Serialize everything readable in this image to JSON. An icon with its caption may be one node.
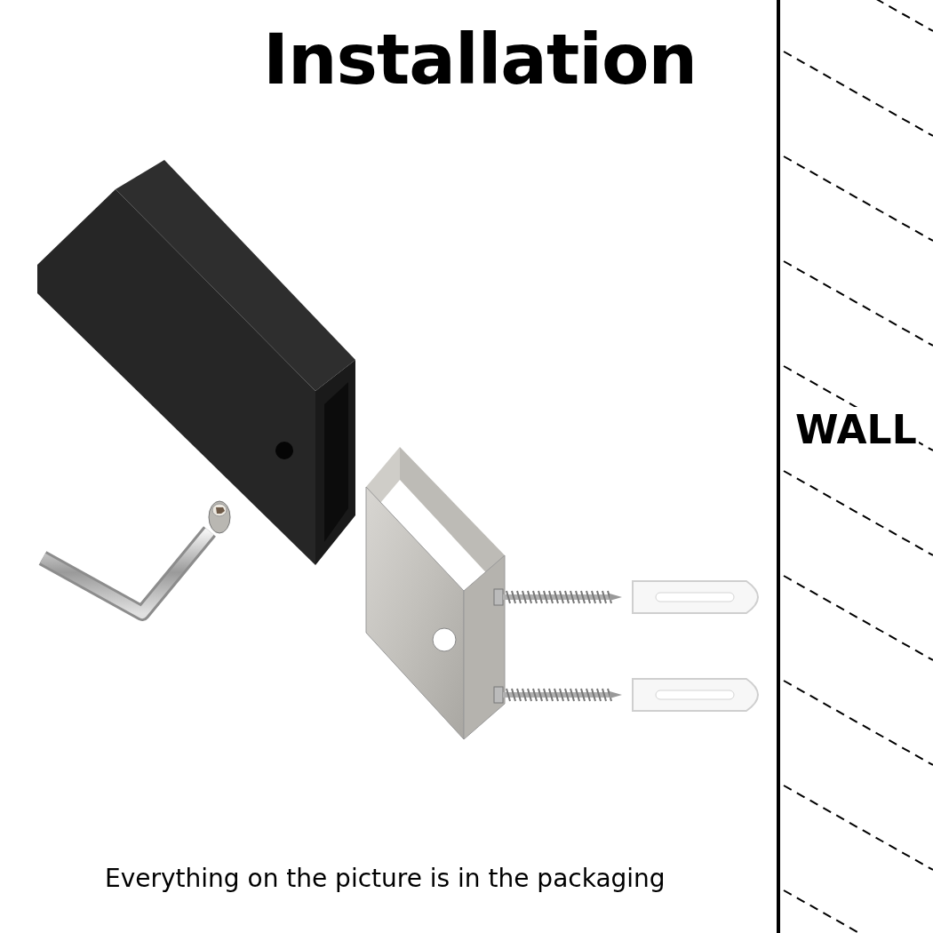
{
  "diagram": {
    "title": "Installation",
    "caption": "Everything on the picture is in the packaging",
    "labels": [
      "WALL"
    ]
  }
}
